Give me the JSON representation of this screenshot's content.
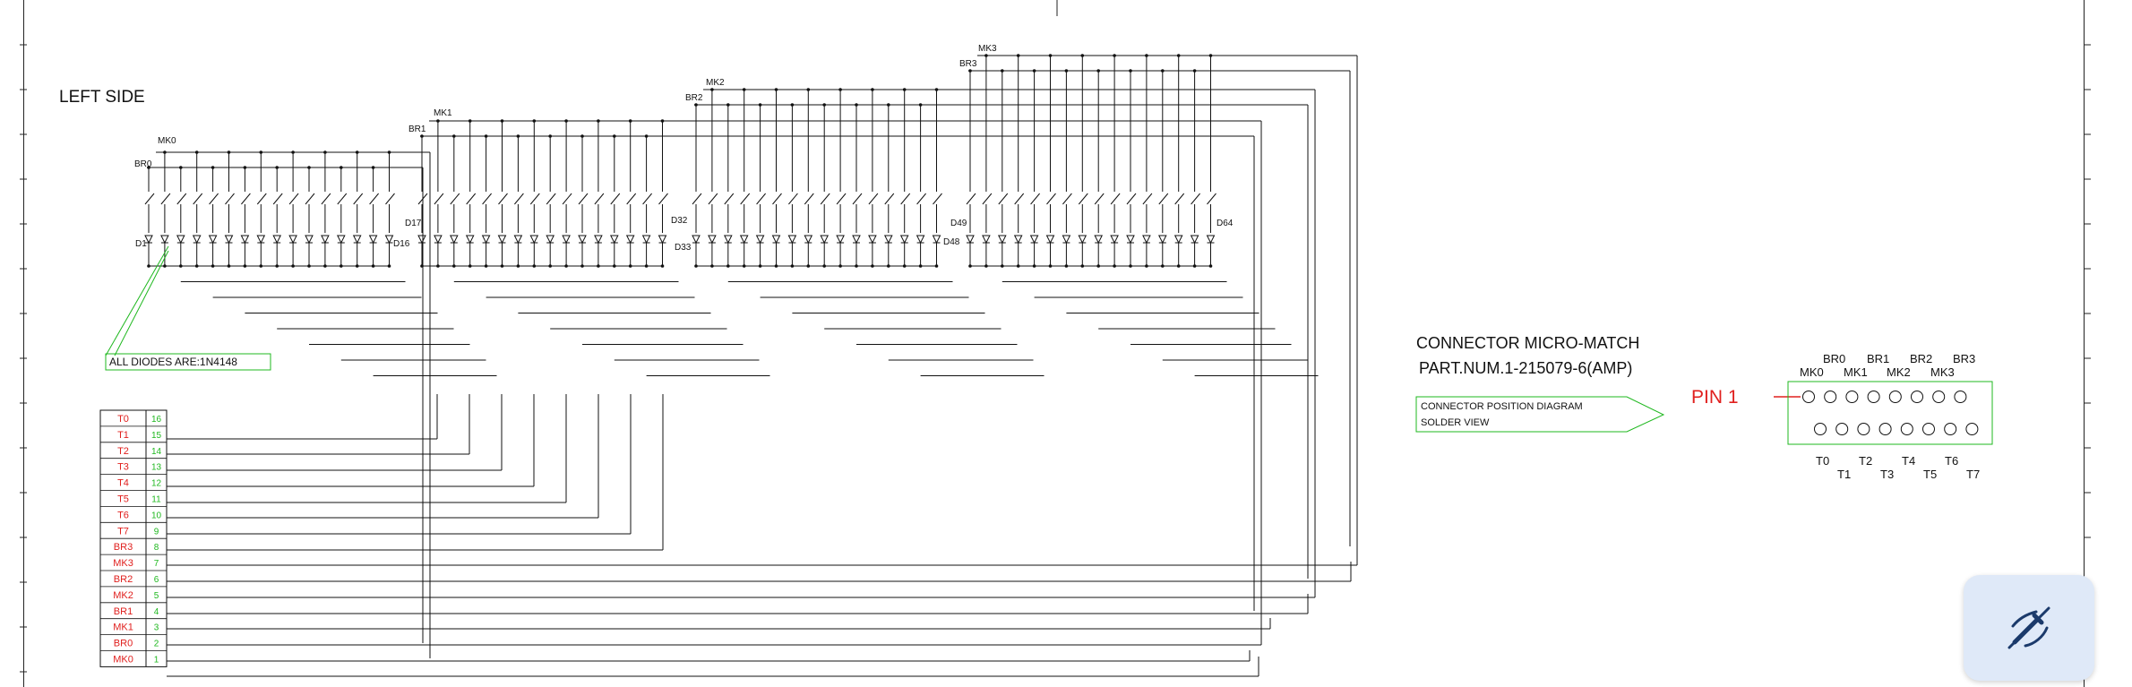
{
  "side_title": "LEFT SIDE",
  "bus_labels": {
    "mk": [
      "MK0",
      "MK1",
      "MK2",
      "MK3"
    ],
    "br": [
      "BR0",
      "BR1",
      "BR2",
      "BR3"
    ]
  },
  "diode_labels": [
    "D1",
    "D16",
    "D17",
    "D32",
    "D33",
    "D48",
    "D49",
    "D64"
  ],
  "diode_note": "ALL DIODES ARE:1N4148",
  "connector_pins": [
    {
      "name": "T0",
      "pin": "16"
    },
    {
      "name": "T1",
      "pin": "15"
    },
    {
      "name": "T2",
      "pin": "14"
    },
    {
      "name": "T3",
      "pin": "13"
    },
    {
      "name": "T4",
      "pin": "12"
    },
    {
      "name": "T5",
      "pin": "11"
    },
    {
      "name": "T6",
      "pin": "10"
    },
    {
      "name": "T7",
      "pin": "9"
    },
    {
      "name": "BR3",
      "pin": "8"
    },
    {
      "name": "MK3",
      "pin": "7"
    },
    {
      "name": "BR2",
      "pin": "6"
    },
    {
      "name": "MK2",
      "pin": "5"
    },
    {
      "name": "BR1",
      "pin": "4"
    },
    {
      "name": "MK1",
      "pin": "3"
    },
    {
      "name": "BR0",
      "pin": "2"
    },
    {
      "name": "MK0",
      "pin": "1"
    }
  ],
  "connector": {
    "title": "CONNECTOR MICRO-MATCH",
    "part_number": "PART.NUM.1-215079-6(AMP)",
    "diagram_label_1": "CONNECTOR POSITION DIAGRAM",
    "diagram_label_2": "SOLDER VIEW",
    "pin1_label": "PIN 1",
    "top_labels_upper": [
      "BR0",
      "BR1",
      "BR2",
      "BR3"
    ],
    "top_labels_lower": [
      "MK0",
      "MK1",
      "MK2",
      "MK3"
    ],
    "bottom_labels_upper": [
      "T0",
      "T2",
      "T4",
      "T6"
    ],
    "bottom_labels_lower": [
      "T1",
      "T3",
      "T5",
      "T7"
    ]
  },
  "colors": {
    "signal_text": "#e0201e",
    "pin_text": "#1fb81f",
    "wire": "#111111",
    "fab_bg": "#dfe9f8",
    "fab_icon": "#1b3a6b"
  },
  "fab_icon": "edit-pen-icon"
}
